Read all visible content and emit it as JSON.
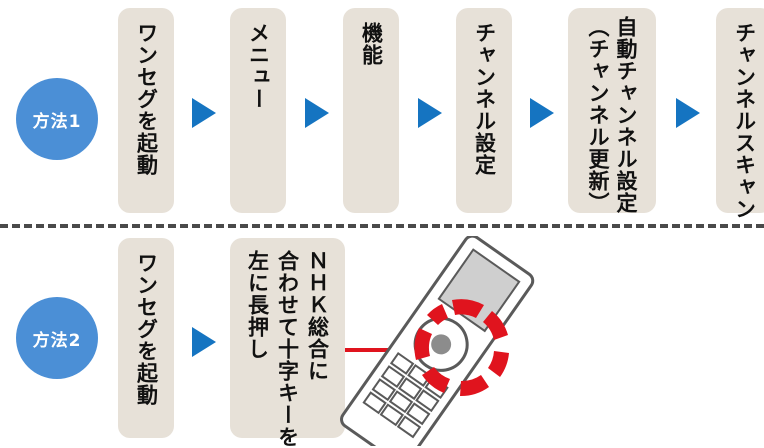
{
  "colors": {
    "method_circle": "#4b8fd6",
    "step_box": "#e7e1d8",
    "arrow": "#1574c1",
    "divider": "#4a4a4a",
    "highlight_red": "#e0141e"
  },
  "method1": {
    "badge": "方法1",
    "steps": [
      "ワンセグを起動",
      "メニュー",
      "機能",
      "チャンネル設定",
      "自動チャンネル設定\n（チャンネル更新）",
      "チャンネルスキャン"
    ]
  },
  "method2": {
    "badge": "方法2",
    "steps": [
      "ワンセグを起動",
      "ＮＨＫ総合に\n合わせて十字キーを\n左に長押し"
    ]
  },
  "icons": {
    "arrow": "triangle-right-icon",
    "phone": "mobile-phone-icon"
  }
}
